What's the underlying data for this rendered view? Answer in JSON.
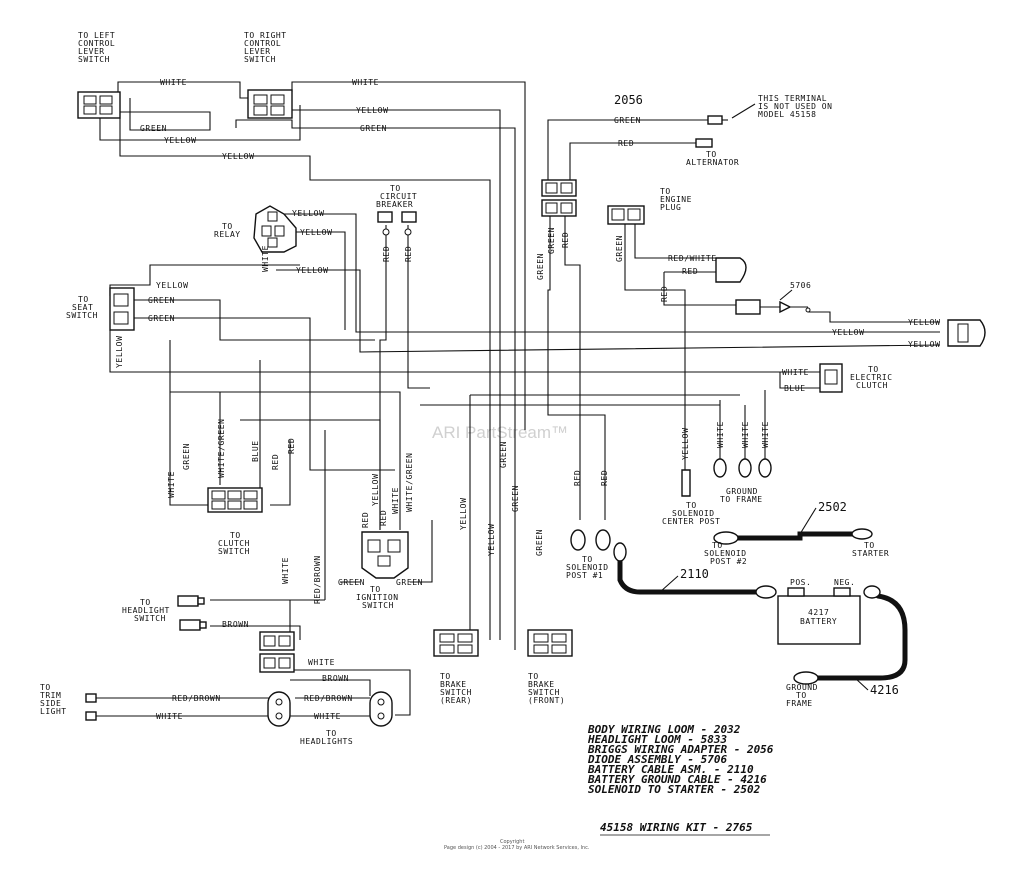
{
  "watermark": "ARI PartStream™",
  "connector_labels": {
    "left_lever": [
      "TO LEFT",
      "CONTROL",
      "LEVER",
      "SWITCH"
    ],
    "right_lever": [
      "TO RIGHT",
      "CONTROL",
      "LEVER",
      "SWITCH"
    ],
    "relay": [
      "TO",
      "RELAY"
    ],
    "circuit_breaker": [
      "TO",
      "CIRCUIT",
      "BREAKER"
    ],
    "seat_switch": [
      "TO",
      "SEAT",
      "SWITCH"
    ],
    "terminal_note": [
      "THIS TERMINAL",
      "IS NOT USED ON",
      "MODEL 45158"
    ],
    "alternator": [
      "TO",
      "ALTERNATOR"
    ],
    "engine_plug": [
      "TO",
      "ENGINE",
      "PLUG"
    ],
    "electric_clutch": [
      "TO",
      "ELECTRIC",
      "CLUTCH"
    ],
    "clutch_switch": [
      "TO",
      "CLUTCH",
      "SWITCH"
    ],
    "ignition_switch": [
      "TO",
      "IGNITION",
      "SWITCH"
    ],
    "headlight_switch": [
      "TO",
      "HEADLIGHT",
      "SWITCH"
    ],
    "trim_side_light": [
      "TO",
      "TRIM",
      "SIDE",
      "LIGHT"
    ],
    "headlights": [
      "TO",
      "HEADLIGHTS"
    ],
    "brake_rear": [
      "TO",
      "BRAKE",
      "SWITCH",
      "(REAR)"
    ],
    "brake_front": [
      "TO",
      "BRAKE",
      "SWITCH",
      "(FRONT)"
    ],
    "solenoid_post1": [
      "TO",
      "SOLENOID",
      "POST #1"
    ],
    "solenoid_center": [
      "TO",
      "SOLENOID",
      "CENTER POST"
    ],
    "ground_frame": [
      "GROUND",
      "TO FRAME"
    ],
    "solenoid_post2": [
      "TO",
      "SOLENOID",
      "POST #2"
    ],
    "starter": [
      "TO",
      "STARTER"
    ],
    "battery_ground": [
      "GROUND",
      "TO",
      "FRAME"
    ]
  },
  "wire_colors": {
    "white": "WHITE",
    "green": "GREEN",
    "yellow": "YELLOW",
    "red": "RED",
    "blue": "BLUE",
    "brown": "BROWN",
    "white_green": "WHITE/GREEN",
    "red_white": "RED/WHITE",
    "red_brown": "RED/BROWN"
  },
  "part_numbers": {
    "adapter": "2056",
    "diode": "5706",
    "starter_cable": "2502",
    "battery_cable": "2110",
    "ground_cable": "4216"
  },
  "battery": {
    "pos": "POS.",
    "neg": "NEG.",
    "model": "4217",
    "name": "BATTERY"
  },
  "parts_legend": [
    "BODY WIRING LOOM - 2032",
    "HEADLIGHT LOOM - 5833",
    "BRIGGS WIRING ADAPTER - 2056",
    "DIODE ASSEMBLY - 5706",
    "BATTERY CABLE ASM. - 2110",
    "BATTERY GROUND CABLE - 4216",
    "SOLENOID TO STARTER - 2502"
  ],
  "kit_title": "45158 WIRING KIT - 2765",
  "footer": {
    "copyright": "Copyright",
    "design": "Page design (c) 2004 - 2017 by ARI Network Services, Inc."
  }
}
